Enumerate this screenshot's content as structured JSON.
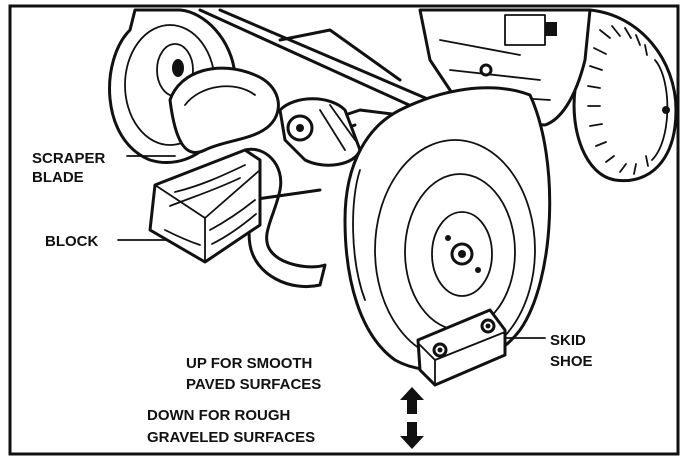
{
  "labels": {
    "scraper_line1": "SCRAPER",
    "scraper_line2": "BLADE",
    "block": "BLOCK",
    "skid_line1": "SKID",
    "skid_line2": "SHOE",
    "up_line1": "UP FOR SMOOTH",
    "up_line2": "PAVED SURFACES",
    "down_line1": "DOWN FOR ROUGH",
    "down_line2": "GRAVELED SURFACES"
  },
  "colors": {
    "ink": "#111111",
    "paper": "#ffffff"
  },
  "icons": {
    "up": "up-arrow-icon",
    "down": "down-arrow-icon"
  }
}
